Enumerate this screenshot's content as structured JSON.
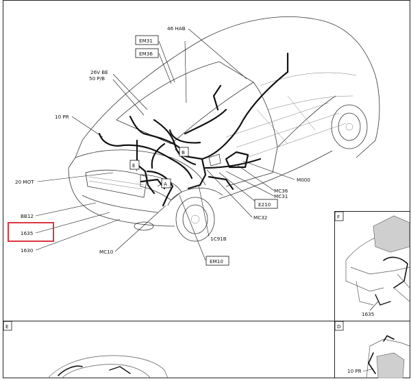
{
  "diagram": {
    "labels": {
      "hab46": "46 HAB",
      "em31": "EM31",
      "em36": "EM36",
      "be26v": "26V BE",
      "pb50": "50 P/B",
      "pr10": "10 PR",
      "mot20": "20 MOT",
      "bb12": "BB12",
      "c1635": "1635",
      "c1630": "1630",
      "mc10": "MC10",
      "c91b": "1C91B",
      "em10": "EM10",
      "mc32": "MC32",
      "e210": "E210",
      "mc31": "MC31",
      "mc36": "MC36",
      "m000": "M000",
      "callout_a": "A",
      "callout_b": "B",
      "callout_e": "E"
    },
    "panels": {
      "f": {
        "letter": "F",
        "label_1635": "1635"
      },
      "e": {
        "letter": "E"
      },
      "d": {
        "letter": "D",
        "label_pr": "10 PR"
      }
    },
    "highlight_color": "#d9353f"
  }
}
